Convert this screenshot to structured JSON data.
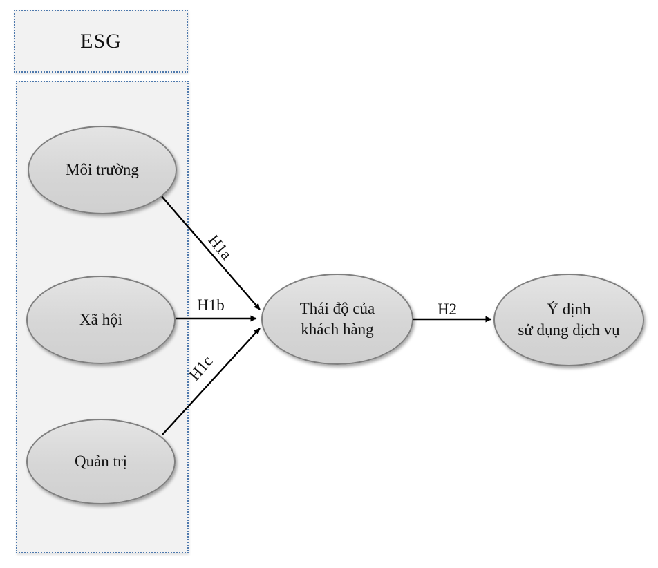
{
  "colors": {
    "box_border": "#4e79ad",
    "box_fill": "#f2f2f2",
    "ellipse_fill": "#d9d9d9",
    "ellipse_border": "#7f7f7f",
    "arrow": "#000000",
    "text": "#111111"
  },
  "esg_group": {
    "title": "ESG"
  },
  "nodes": {
    "environment": {
      "label": "Môi trường"
    },
    "social": {
      "label": "Xã hội"
    },
    "governance": {
      "label": "Quản trị"
    },
    "attitude": {
      "label_line1": "Thái độ của",
      "label_line2": "khách hàng"
    },
    "intention": {
      "label_line1": "Ý định",
      "label_line2": "sử dụng dịch vụ"
    }
  },
  "edges": [
    {
      "label": "H1a",
      "from": "environment",
      "to": "attitude"
    },
    {
      "label": "H1b",
      "from": "social",
      "to": "attitude"
    },
    {
      "label": "H1c",
      "from": "governance",
      "to": "attitude"
    },
    {
      "label": "H2",
      "from": "attitude",
      "to": "intention"
    }
  ]
}
